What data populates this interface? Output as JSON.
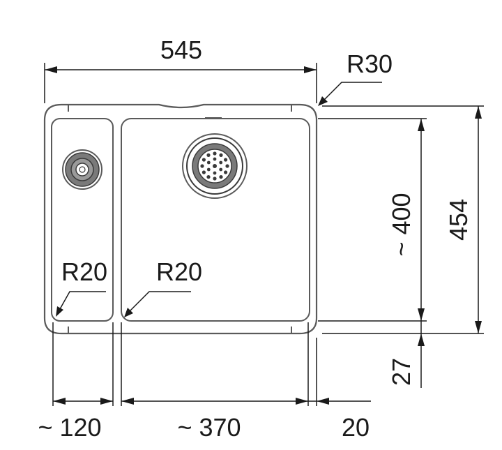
{
  "dimensions": {
    "overall_width": "545",
    "corner_radius_outer": "R30",
    "overall_depth": "454",
    "bowl_depth": "~ 400",
    "small_bowl_radius": "R20",
    "large_bowl_radius": "R20",
    "small_bowl_width": "~ 120",
    "large_bowl_width": "~ 370",
    "rim_width": "20",
    "rim_height": "27"
  },
  "colors": {
    "line": "#1a1a1a",
    "outline": "#5a5a5a",
    "background": "#ffffff"
  }
}
